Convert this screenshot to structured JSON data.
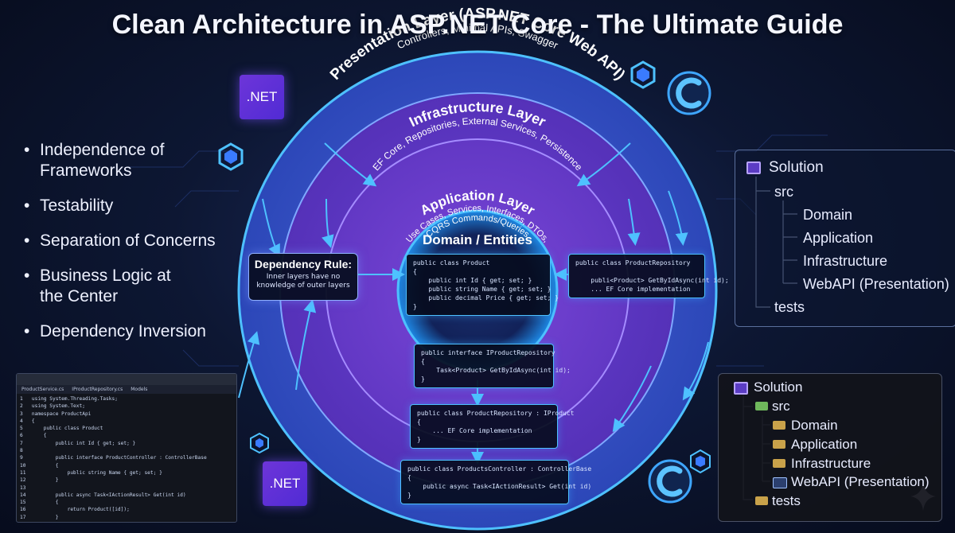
{
  "title": "Clean Architecture in ASP.NET Core - The Ultimate Guide",
  "bullets": [
    "Independence of Frameworks",
    "Testability",
    "Separation of Concerns",
    "Business Logic at the Center",
    "Dependency Inversion"
  ],
  "badges": {
    "net_top": ".NET",
    "net_bottom": ".NET"
  },
  "layers": {
    "presentation": {
      "title": "Presentation Layer (ASP.NET Core Web API)",
      "subtitle": "Controllers, Minimal APIs, Swagger"
    },
    "infrastructure": {
      "title": "Infrastructure Layer",
      "subtitle": "EF Core, Repositories, External Services, Persistence"
    },
    "application": {
      "title": "Application Layer",
      "subtitle": "Use Cases, Services, Interfaces, DTOs,",
      "subtitle2": "CQRS Commands/Queries"
    }
  },
  "domain": {
    "title": "Domain / Entities",
    "code": "public class Product\n{\n    public int Id { get; set; }\n    public string Name { get; set; }\n    public decimal Price { get; set; }\n}"
  },
  "dependency_rule": {
    "title": "Dependency Rule:",
    "text": "Inner layers have no knowledge of outer layers"
  },
  "code_snippets": {
    "repo_right": "public class ProductRepository\n\n    publi<Product> GetByIdAsync(int id);\n    ... EF Core implementation",
    "interface": "public interface IProductRepository\n{\n    Task<Product> GetByIdAsync(int id);\n}",
    "repo_impl": "public class ProductRepository : IProduct\n{\n    ... EF Core implementation\n}",
    "controller": "public class ProductsController : ControllerBase\n{\n    public async Task<IActionResult> Get(int id)\n}"
  },
  "tree_top": {
    "solution": "Solution",
    "src": "src",
    "items": [
      "Domain",
      "Application",
      "Infrastructure",
      "WebAPI (Presentation)"
    ],
    "tests": "tests"
  },
  "tree_bottom": {
    "solution": "Solution",
    "src": "src",
    "items": [
      "Domain",
      "Application",
      "Infrastructure",
      "WebAPI (Presentation)"
    ],
    "tests": "tests"
  },
  "ide": {
    "tabs": [
      "ProductService.cs",
      "IProductRepository.cs",
      "Models"
    ],
    "code": "1   using System.Threading.Tasks;\n2   using System.Text;\n3   namespace ProductApi\n4   {\n5       public class Product\n6       {\n7           public int Id { get; set; }\n8\n9           public interface ProductController : ControllerBase\n10          {\n11              public string Name { get; set; }\n12          }\n13\n14          public async Task<IActionResult> Get(int id)\n15          {\n16              return Product([id]);\n17          }\n18      }\n19  }"
  },
  "colors": {
    "accent": "#4ec1ff",
    "purple": "#6d35d9",
    "background": "#0d1733"
  },
  "icons": [
    "hexagon-icon",
    "csharp-logo-icon",
    "sparkle-icon",
    "folder-icon",
    "solution-icon"
  ]
}
